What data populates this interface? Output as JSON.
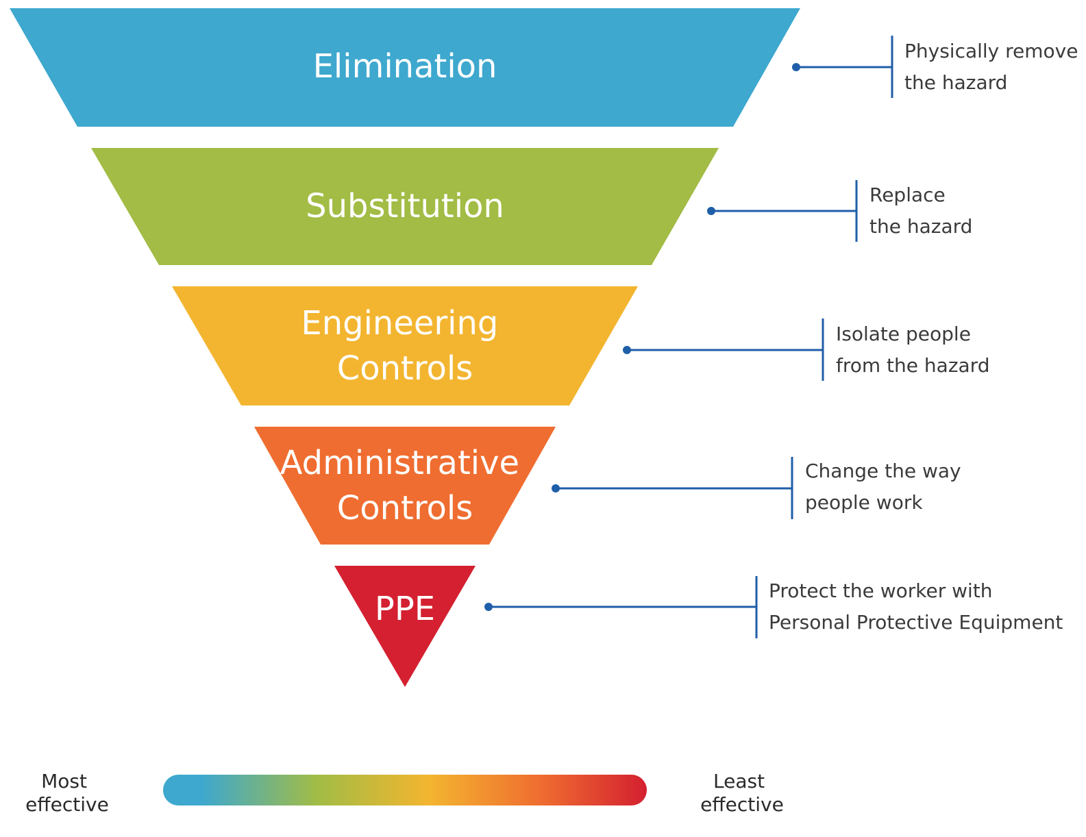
{
  "colors": {
    "elimination": "#3ea8ce",
    "substitution": "#a2bc45",
    "engineering": "#f3b530",
    "administrative": "#ef6d30",
    "ppe": "#d42030",
    "connector": "#1f5ea8"
  },
  "levels": [
    {
      "label_lines": [
        "Elimination"
      ],
      "description_lines": [
        "Physically remove",
        "the hazard"
      ]
    },
    {
      "label_lines": [
        "Substitution"
      ],
      "description_lines": [
        "Replace",
        "the hazard"
      ]
    },
    {
      "label_lines": [
        "Engineering",
        "Controls"
      ],
      "description_lines": [
        "Isolate people",
        "from the hazard"
      ]
    },
    {
      "label_lines": [
        "Administrative",
        "Controls"
      ],
      "description_lines": [
        "Change the way",
        "people work"
      ]
    },
    {
      "label_lines": [
        "PPE"
      ],
      "description_lines": [
        "Protect the worker with",
        "Personal Protective Equipment"
      ]
    }
  ],
  "scale": {
    "left_lines": [
      "Most",
      "effective"
    ],
    "right_lines": [
      "Least",
      "effective"
    ]
  }
}
